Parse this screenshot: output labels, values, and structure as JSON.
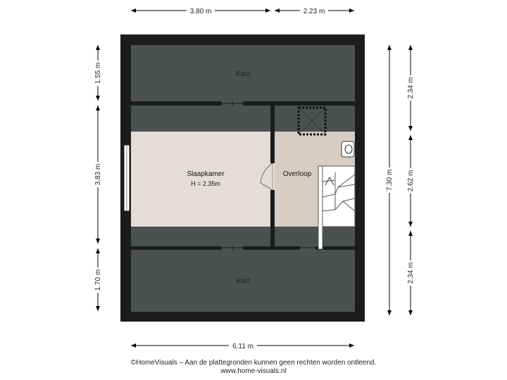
{
  "dimensions": {
    "top_left": "3.80 m",
    "top_right": "2.23 m",
    "bottom": "6.11 m",
    "left_top": "1.55 m",
    "left_middle": "3.83 m",
    "left_bottom": "1.70 m",
    "right_total": "7.30 m",
    "right_top": "2.34 m",
    "right_middle": "2.62 m",
    "right_bottom": "2.34 m"
  },
  "rooms": {
    "kast_top": "Kast",
    "kast_bottom": "Kast",
    "slaapkamer": "Slaapkamer",
    "slaapkamer_height": "H = 2.35m",
    "overloop": "Overloop"
  },
  "colors": {
    "wall": "#1c1c1c",
    "storage": "#4d5050",
    "bedroom": "#e4dcd8",
    "landing": "#d8cdc2",
    "dimension_line": "#000000"
  },
  "footer": {
    "copyright": "©HomeVisuals – Aan de plattegronden kunnen geen rechten worden ontleend.",
    "website": "www.home-visuals.nl"
  }
}
